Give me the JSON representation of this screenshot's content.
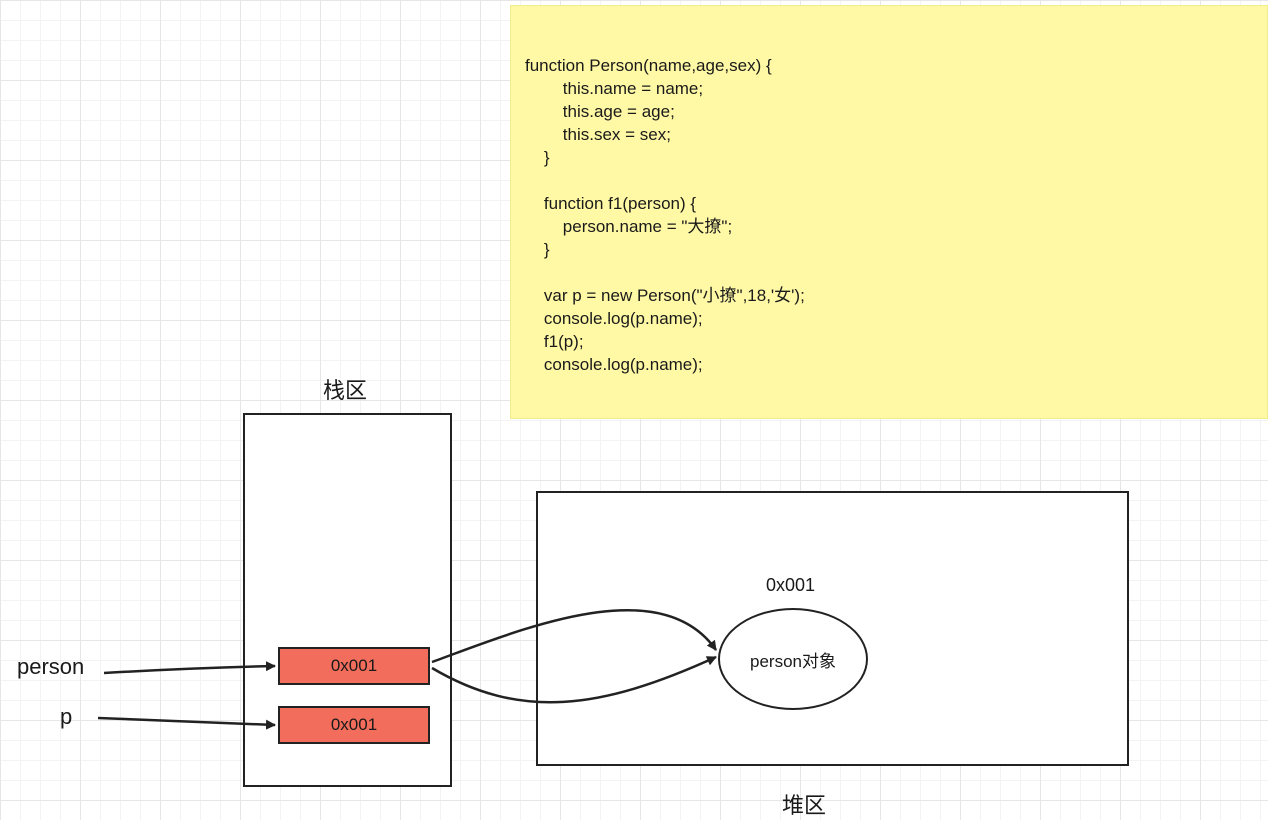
{
  "code_note": {
    "lines": [
      "function Person(name,age,sex) {",
      "        this.name = name;",
      "        this.age = age;",
      "        this.sex = sex;",
      "    }",
      "",
      "    function f1(person) {",
      "        person.name = \"大撩\";",
      "    }",
      "",
      "    var p = new Person(\"小撩\",18,'女');",
      "    console.log(p.name);",
      "    f1(p);",
      "    console.log(p.name);"
    ]
  },
  "stack": {
    "title": "栈区",
    "cells": [
      "0x001",
      "0x001"
    ]
  },
  "heap": {
    "title": "堆区",
    "object_address": "0x001",
    "object_label": "person对象"
  },
  "variables": {
    "person": "person",
    "p": "p"
  },
  "colors": {
    "note_background": "#fff9a5",
    "cell_fill": "#f26d5b"
  }
}
